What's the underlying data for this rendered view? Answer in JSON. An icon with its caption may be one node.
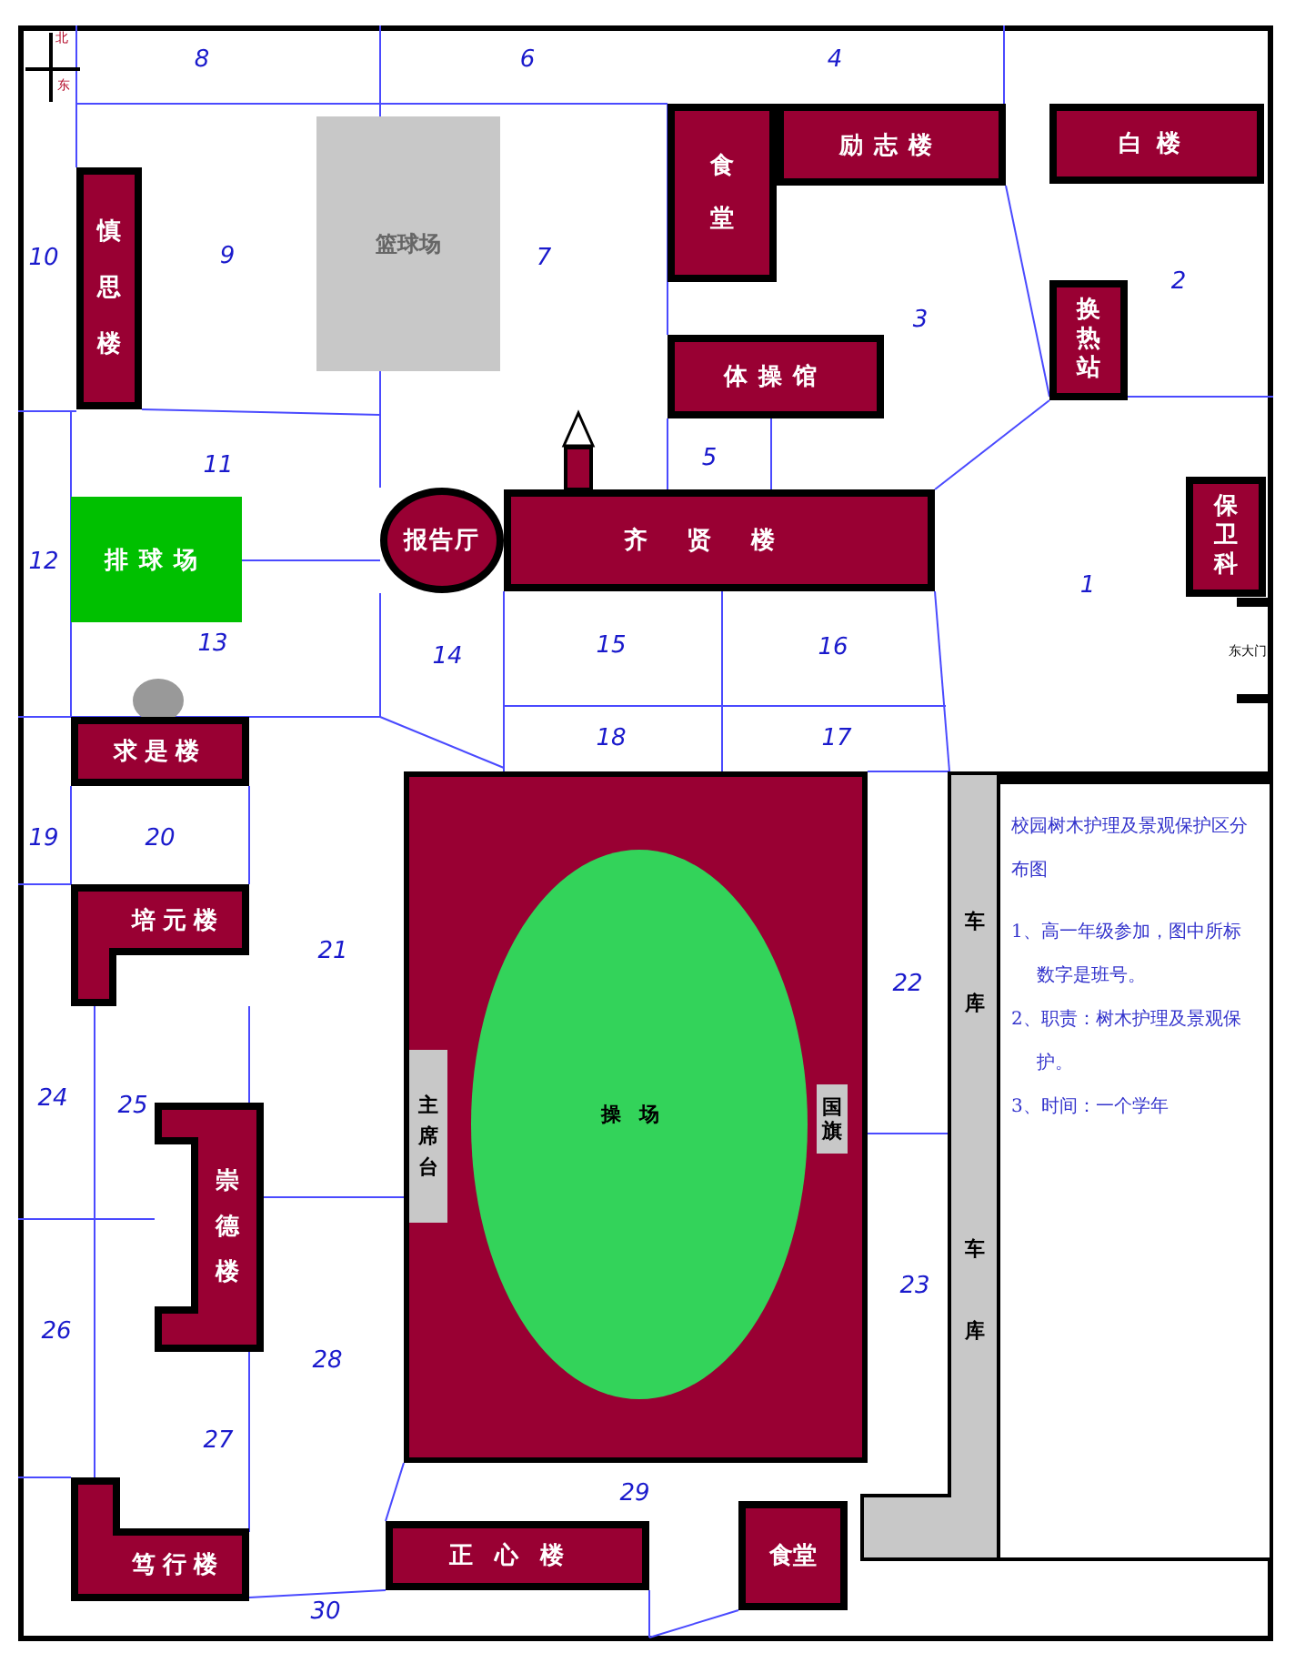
{
  "diagram": {
    "nodes": [
      {
        "text": [
          "慎思楼"
        ]
      },
      {
        "text": [
          "篮球场"
        ]
      },
      {
        "text": [
          "食堂"
        ]
      },
      {
        "text": [
          "励志楼"
        ]
      },
      {
        "text": [
          "白楼"
        ]
      },
      {
        "text": [
          "换热站"
        ]
      },
      {
        "text": [
          "体操馆"
        ]
      },
      {
        "text": [],
        "shape": "box"
      },
      {
        "text": [
          "报告厅"
        ]
      },
      {
        "text": [
          "齐贤楼"
        ]
      },
      {
        "text": [
          "保卫科"
        ]
      },
      {
        "text": [
          "排球场"
        ]
      },
      {
        "text": [],
        "shape": "circle"
      },
      {
        "text": [
          "求是楼"
        ]
      },
      {
        "text": [],
        "shape": "box"
      },
      {
        "text": [
          "主席台"
        ],
        "in": 14
      },
      {
        "text": [
          "操场"
        ],
        "in": 14
      },
      {
        "text": [
          "国旗"
        ],
        "in": 14
      },
      {
        "text": [
          "校园树木护理及景观保护区分布图",
          "1、高一年级参加，图中所标数字是班号。",
          "2、职责：树木护理及景观保护。",
          "3、时间：一个学年"
        ]
      },
      {
        "text": [
          "车库",
          "车库"
        ]
      },
      {
        "text": [
          "培元楼"
        ]
      },
      {
        "text": [
          "崇德楼"
        ]
      },
      {
        "text": [
          "笃行楼"
        ]
      },
      {
        "text": [
          "正心楼"
        ]
      },
      {
        "text": [
          "食堂"
        ]
      }
    ],
    "labels": [
      "北",
      "东",
      "8",
      "6",
      "4",
      "10",
      "9",
      "7",
      "2",
      "3",
      "11",
      "5",
      "12",
      "1",
      "13",
      "14",
      "15",
      "16",
      "东大门",
      "18",
      "17",
      "19",
      "20",
      "21",
      "22",
      "24",
      "25",
      "23",
      "26",
      "28",
      "27",
      "29",
      "30"
    ]
  }
}
